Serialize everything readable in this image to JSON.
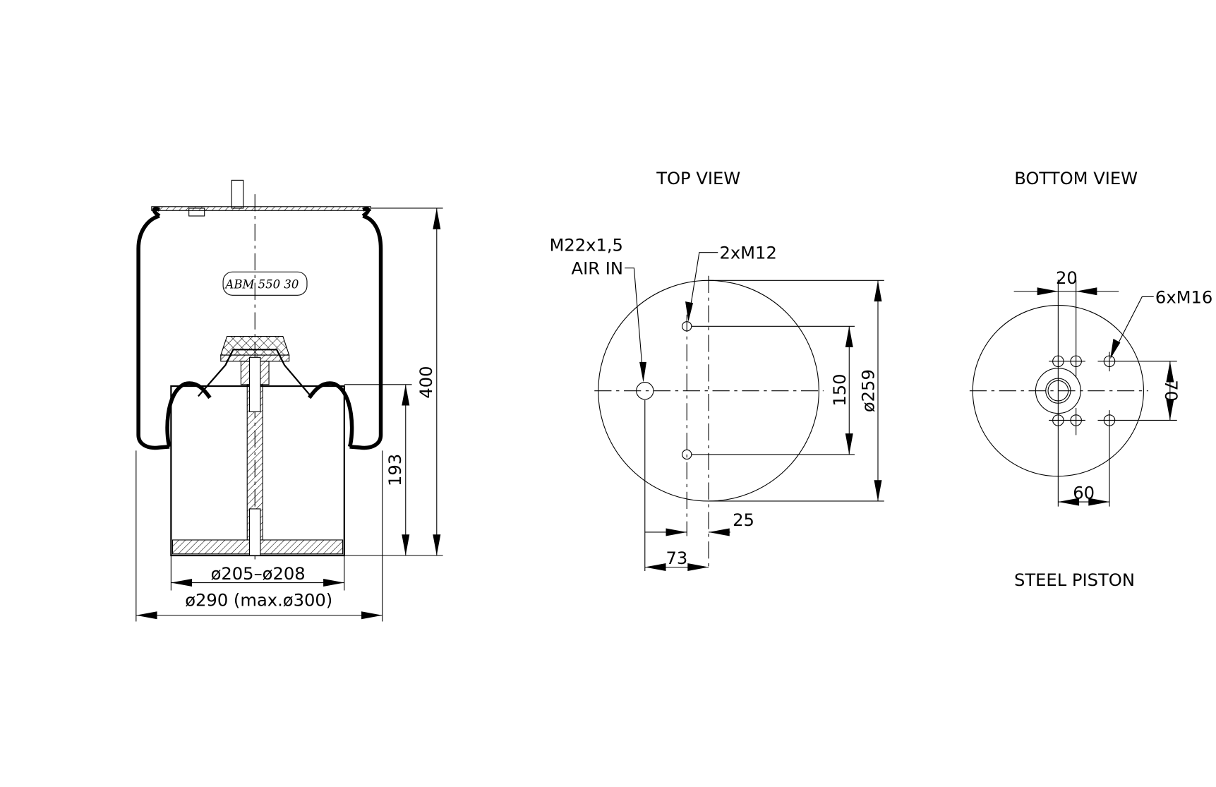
{
  "side_view": {
    "label_plate": "ABM 550 30",
    "dim_height_total": "400",
    "dim_height_piston": "193",
    "dim_piston_diameter": "ø205–ø208",
    "dim_bellows_diameter": "ø290 (max.ø300)"
  },
  "top_view": {
    "title": "TOP VIEW",
    "air_inlet_thread": "M22x1,5",
    "air_inlet_label": "AIR IN",
    "bolt_callout": "2xM12",
    "dim_bolt_spacing": "150",
    "dim_plate_diameter": "ø259",
    "dim_bolt_offset": "25",
    "dim_inlet_offset": "73"
  },
  "bottom_view": {
    "title": "BOTTOM VIEW",
    "bolt_callout": "6xM16",
    "dim_hole_pitch_x": "20",
    "dim_hole_pitch_y": "70",
    "dim_hole_offset": "60",
    "caption": "STEEL PISTON"
  }
}
